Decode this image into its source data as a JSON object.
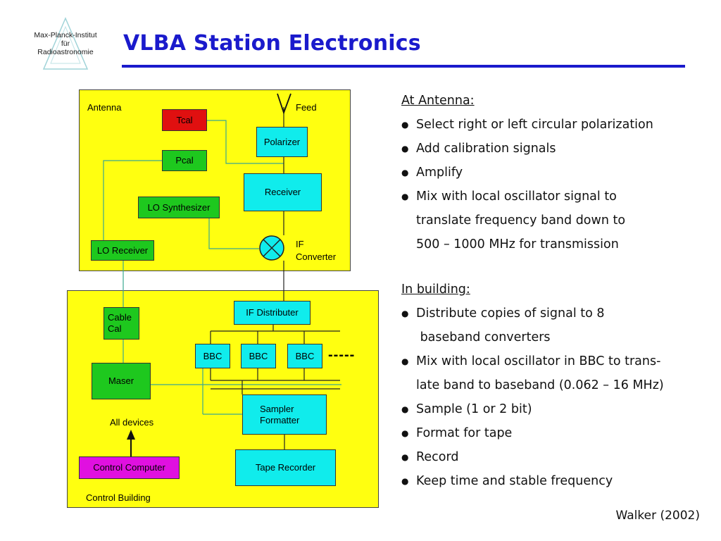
{
  "logo": {
    "line1": "Max-Planck-Institut",
    "line2": "für",
    "line3": "Radioastronomie"
  },
  "title": "VLBA Station Electronics",
  "diagram": {
    "antenna_label": "Antenna",
    "feed_label": "Feed",
    "tcal": "Tcal",
    "pcal": "Pcal",
    "polarizer": "Polarizer",
    "receiver": "Receiver",
    "lo_synth": "LO Synthesizer",
    "lo_receiver": "LO Receiver",
    "if_conv_1": "IF",
    "if_conv_2": "Converter",
    "if_dist": "IF Distributer",
    "cable_cal_1": "Cable",
    "cable_cal_2": "Cal",
    "bbc": "BBC",
    "dashes": "-----",
    "maser": "Maser",
    "sampler_1": "Sampler",
    "sampler_2": "Formatter",
    "all_devices": "All devices",
    "control_computer": "Control Computer",
    "tape_recorder": "Tape Recorder",
    "building_label": "Control Building"
  },
  "panel": {
    "antenna_head": "At Antenna:",
    "a1": "Select right or left circular polarization",
    "a2": "Add calibration signals",
    "a3": "Amplify",
    "a4_1": "Mix with local oscillator signal to",
    "a4_2": "translate frequency band down to",
    "a4_3": "500 – 1000 MHz  for transmission",
    "building_head": "In building:",
    "b1_1": "Distribute copies of signal to 8",
    "b1_2": " baseband converters",
    "b2_1": "Mix with local oscillator in BBC to trans-",
    "b2_2": "late band to baseband (0.062 – 16 MHz)",
    "b3": "Sample (1 or 2 bit)",
    "b4": "Format for tape",
    "b5": "Record",
    "b6": "Keep time and stable frequency",
    "bullet": "●"
  },
  "credit": "Walker (2002)"
}
